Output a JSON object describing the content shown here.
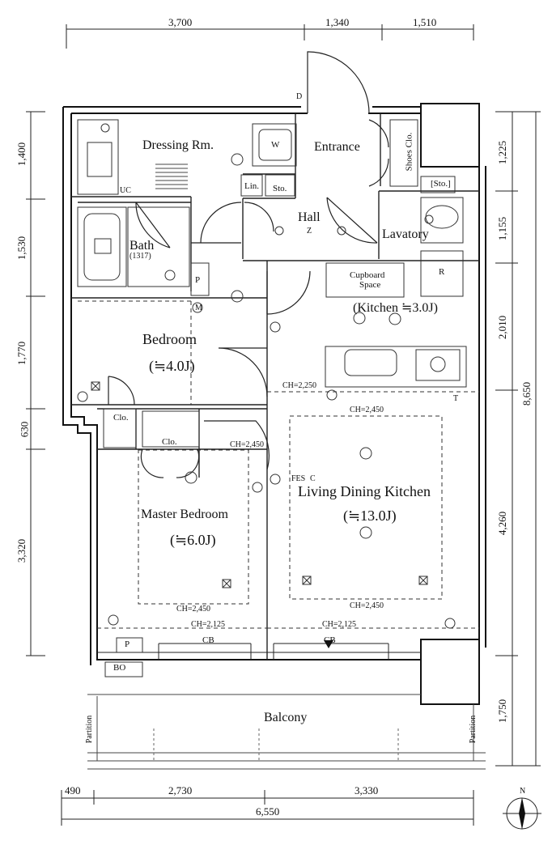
{
  "dimensions": {
    "top": [
      "3,700",
      "1,340",
      "1,510"
    ],
    "bottom_segments": [
      "490",
      "2,730",
      "3,330"
    ],
    "bottom_total": "6,550",
    "left": [
      "1,400",
      "1,530",
      "1,770",
      "630",
      "3,320"
    ],
    "right_segments": [
      "1,225",
      "1,155",
      "2,010",
      "4,260",
      "1,750"
    ],
    "right_total": "8,650"
  },
  "rooms": {
    "dressing": "Dressing Rm.",
    "entrance": "Entrance",
    "hall": "Hall",
    "lavatory": "Lavatory",
    "bath": "Bath",
    "bath_size": "(1317)",
    "bedroom": "Bedroom",
    "bedroom_size": "(≒4.0J)",
    "kitchen": "(Kitchen ≒3.0J)",
    "cupboard_line1": "Cupboard",
    "cupboard_line2": "Space",
    "master": "Master Bedroom",
    "master_size": "(≒6.0J)",
    "ldk": "Living Dining Kitchen",
    "ldk_size": "(≒13.0J)",
    "balcony": "Balcony"
  },
  "fixtures": {
    "w": "W",
    "lin": "Lin.",
    "sto": "Sto.",
    "sto_bracket": "[Sto.]",
    "shoes": "Shoes Clo.",
    "r": "R",
    "p": "P",
    "uc": "UC",
    "clo": "Clo.",
    "cb": "CB",
    "bo": "BO",
    "partition": "Partition",
    "fes": "FES",
    "d": "D",
    "z": "Z",
    "c": "C",
    "t": "T",
    "m": "M"
  },
  "ceiling": {
    "ch2250": "CH=2,250",
    "ch2450": "CH=2,450",
    "ch2125": "CH=2,125"
  },
  "compass": "N"
}
